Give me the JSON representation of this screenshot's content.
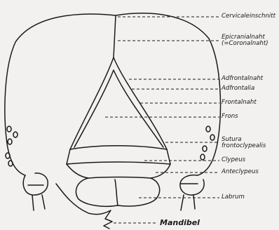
{
  "labels": [
    {
      "id": "cervicaleinschnitt",
      "lines": [
        "Cervicaleinschnitt"
      ]
    },
    {
      "id": "epicranialnaht",
      "lines": [
        "Epicranialnaht",
        "(=Coronalnaht)"
      ]
    },
    {
      "id": "adfrontalnaht",
      "lines": [
        "Adfrontalnaht"
      ]
    },
    {
      "id": "adfrontalia",
      "lines": [
        "Adfrontalia"
      ]
    },
    {
      "id": "frontalnaht",
      "lines": [
        "Frontalnaht"
      ]
    },
    {
      "id": "frons",
      "lines": [
        "Frons"
      ]
    },
    {
      "id": "sutura",
      "lines": [
        "Sutura",
        "frontoclypealis"
      ]
    },
    {
      "id": "clypeus",
      "lines": [
        "Clypeus"
      ]
    },
    {
      "id": "anteclypeus",
      "lines": [
        "Anteclypeus"
      ]
    },
    {
      "id": "labrum",
      "lines": [
        "Labrum"
      ]
    }
  ],
  "mandibel_label": "Mandibel",
  "colors": {
    "ink": "#1a1a1a",
    "paper": "#f2f1ef"
  }
}
